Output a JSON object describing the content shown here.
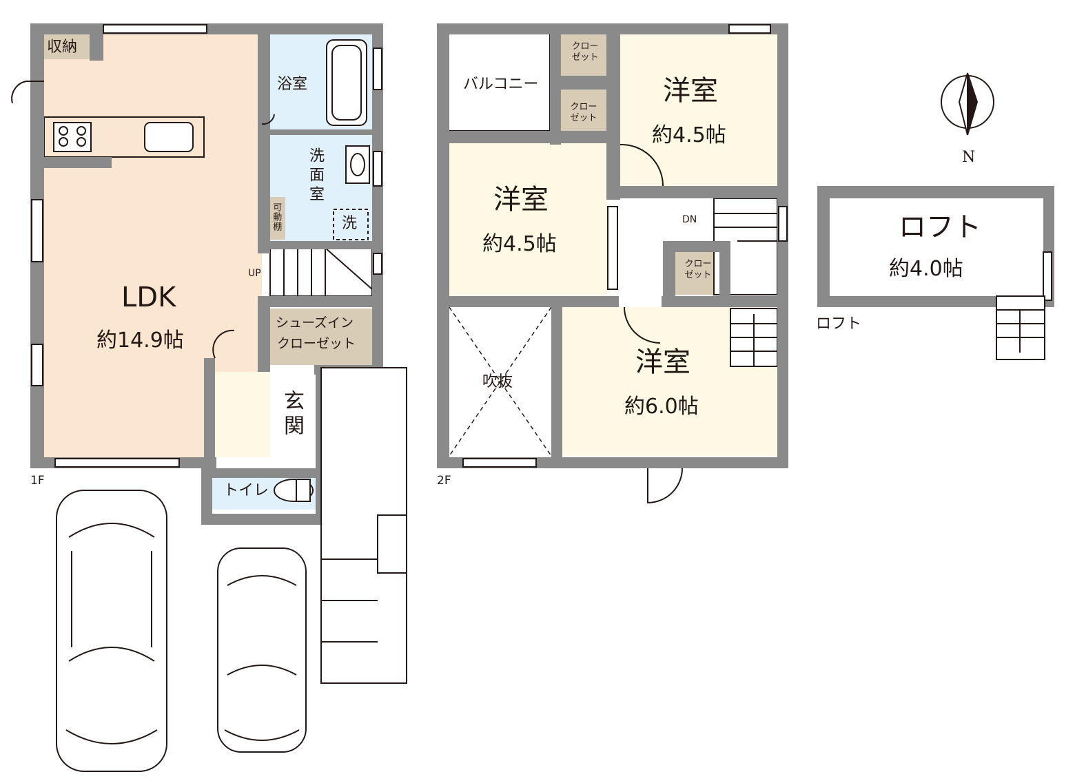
{
  "colors": {
    "wall": "#8a8a8a",
    "ldk_floor": "#fbe6d1",
    "bedroom_floor": "#fdf9e4",
    "wet_floor": "#e1f1fb",
    "storage_floor": "#d9ccb6",
    "line": "#231815"
  },
  "compass": {
    "north_label": "N"
  },
  "floor1": {
    "label": "1F",
    "rooms": {
      "storage": "収納",
      "ldk_name": "LDK",
      "ldk_size": "約14.9帖",
      "bath": "浴室",
      "washroom": "洗面室",
      "washer": "洗",
      "movable_shelf": "可動棚",
      "up": "UP",
      "shoe_closet_line1": "シューズイン",
      "shoe_closet_line2": "クローゼット",
      "entrance": "玄関",
      "toilet": "トイレ"
    }
  },
  "floor2": {
    "label": "2F",
    "rooms": {
      "balcony": "バルコニー",
      "closet_a_line1": "クロー",
      "closet_a_line2": "ゼット",
      "closet_b_line1": "クロー",
      "closet_b_line2": "ゼット",
      "closet_c_line1": "クロー",
      "closet_c_line2": "ゼット",
      "room_ne_name": "洋室",
      "room_ne_size": "約4.5帖",
      "room_w_name": "洋室",
      "room_w_size": "約4.5帖",
      "room_s_name": "洋室",
      "room_s_size": "約6.0帖",
      "dn": "DN",
      "void": "吹抜"
    }
  },
  "loft": {
    "label": "ロフト",
    "name": "ロフト",
    "size": "約4.0帖"
  }
}
